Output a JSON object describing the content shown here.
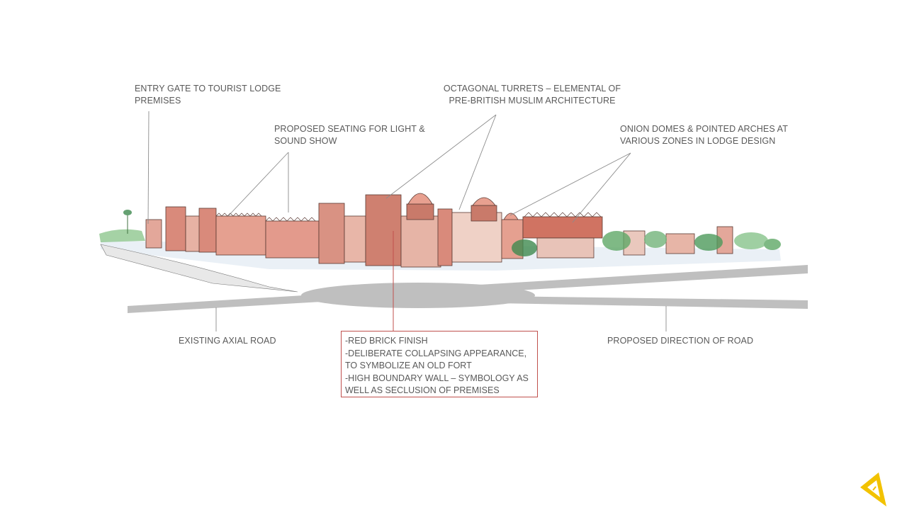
{
  "labels": {
    "entry_gate": [
      "ENTRY GATE TO TOURIST LODGE",
      "PREMISES"
    ],
    "seating": [
      "PROPOSED SEATING FOR LIGHT &",
      "SOUND SHOW"
    ],
    "turrets": [
      "OCTAGONAL TURRETS – ELEMENTAL OF",
      "PRE-BRITISH MUSLIM ARCHITECTURE"
    ],
    "domes": [
      "ONION DOMES & POINTED ARCHES AT",
      "VARIOUS ZONES IN LODGE DESIGN"
    ],
    "axial_road": "EXISTING AXIAL ROAD",
    "proposed_road": "PROPOSED DIRECTION OF ROAD"
  },
  "note": [
    "-RED BRICK FINISH",
    "-DELIBERATE COLLAPSING APPEARANCE,",
    "TO SYMBOLIZE  AN OLD FORT",
    "-HIGH BOUNDARY WALL – SYMBOLOGY AS",
    "WELL AS SECLUSION OF PREMISES"
  ],
  "colors": {
    "label_text": "#595959",
    "leader_line": "#8c8c8c",
    "note_accent": "#c0504d",
    "road": "#bfbfbf",
    "brick": "#c97a6a",
    "foliage": "#3f8a4f",
    "logo": "#f2c200"
  }
}
